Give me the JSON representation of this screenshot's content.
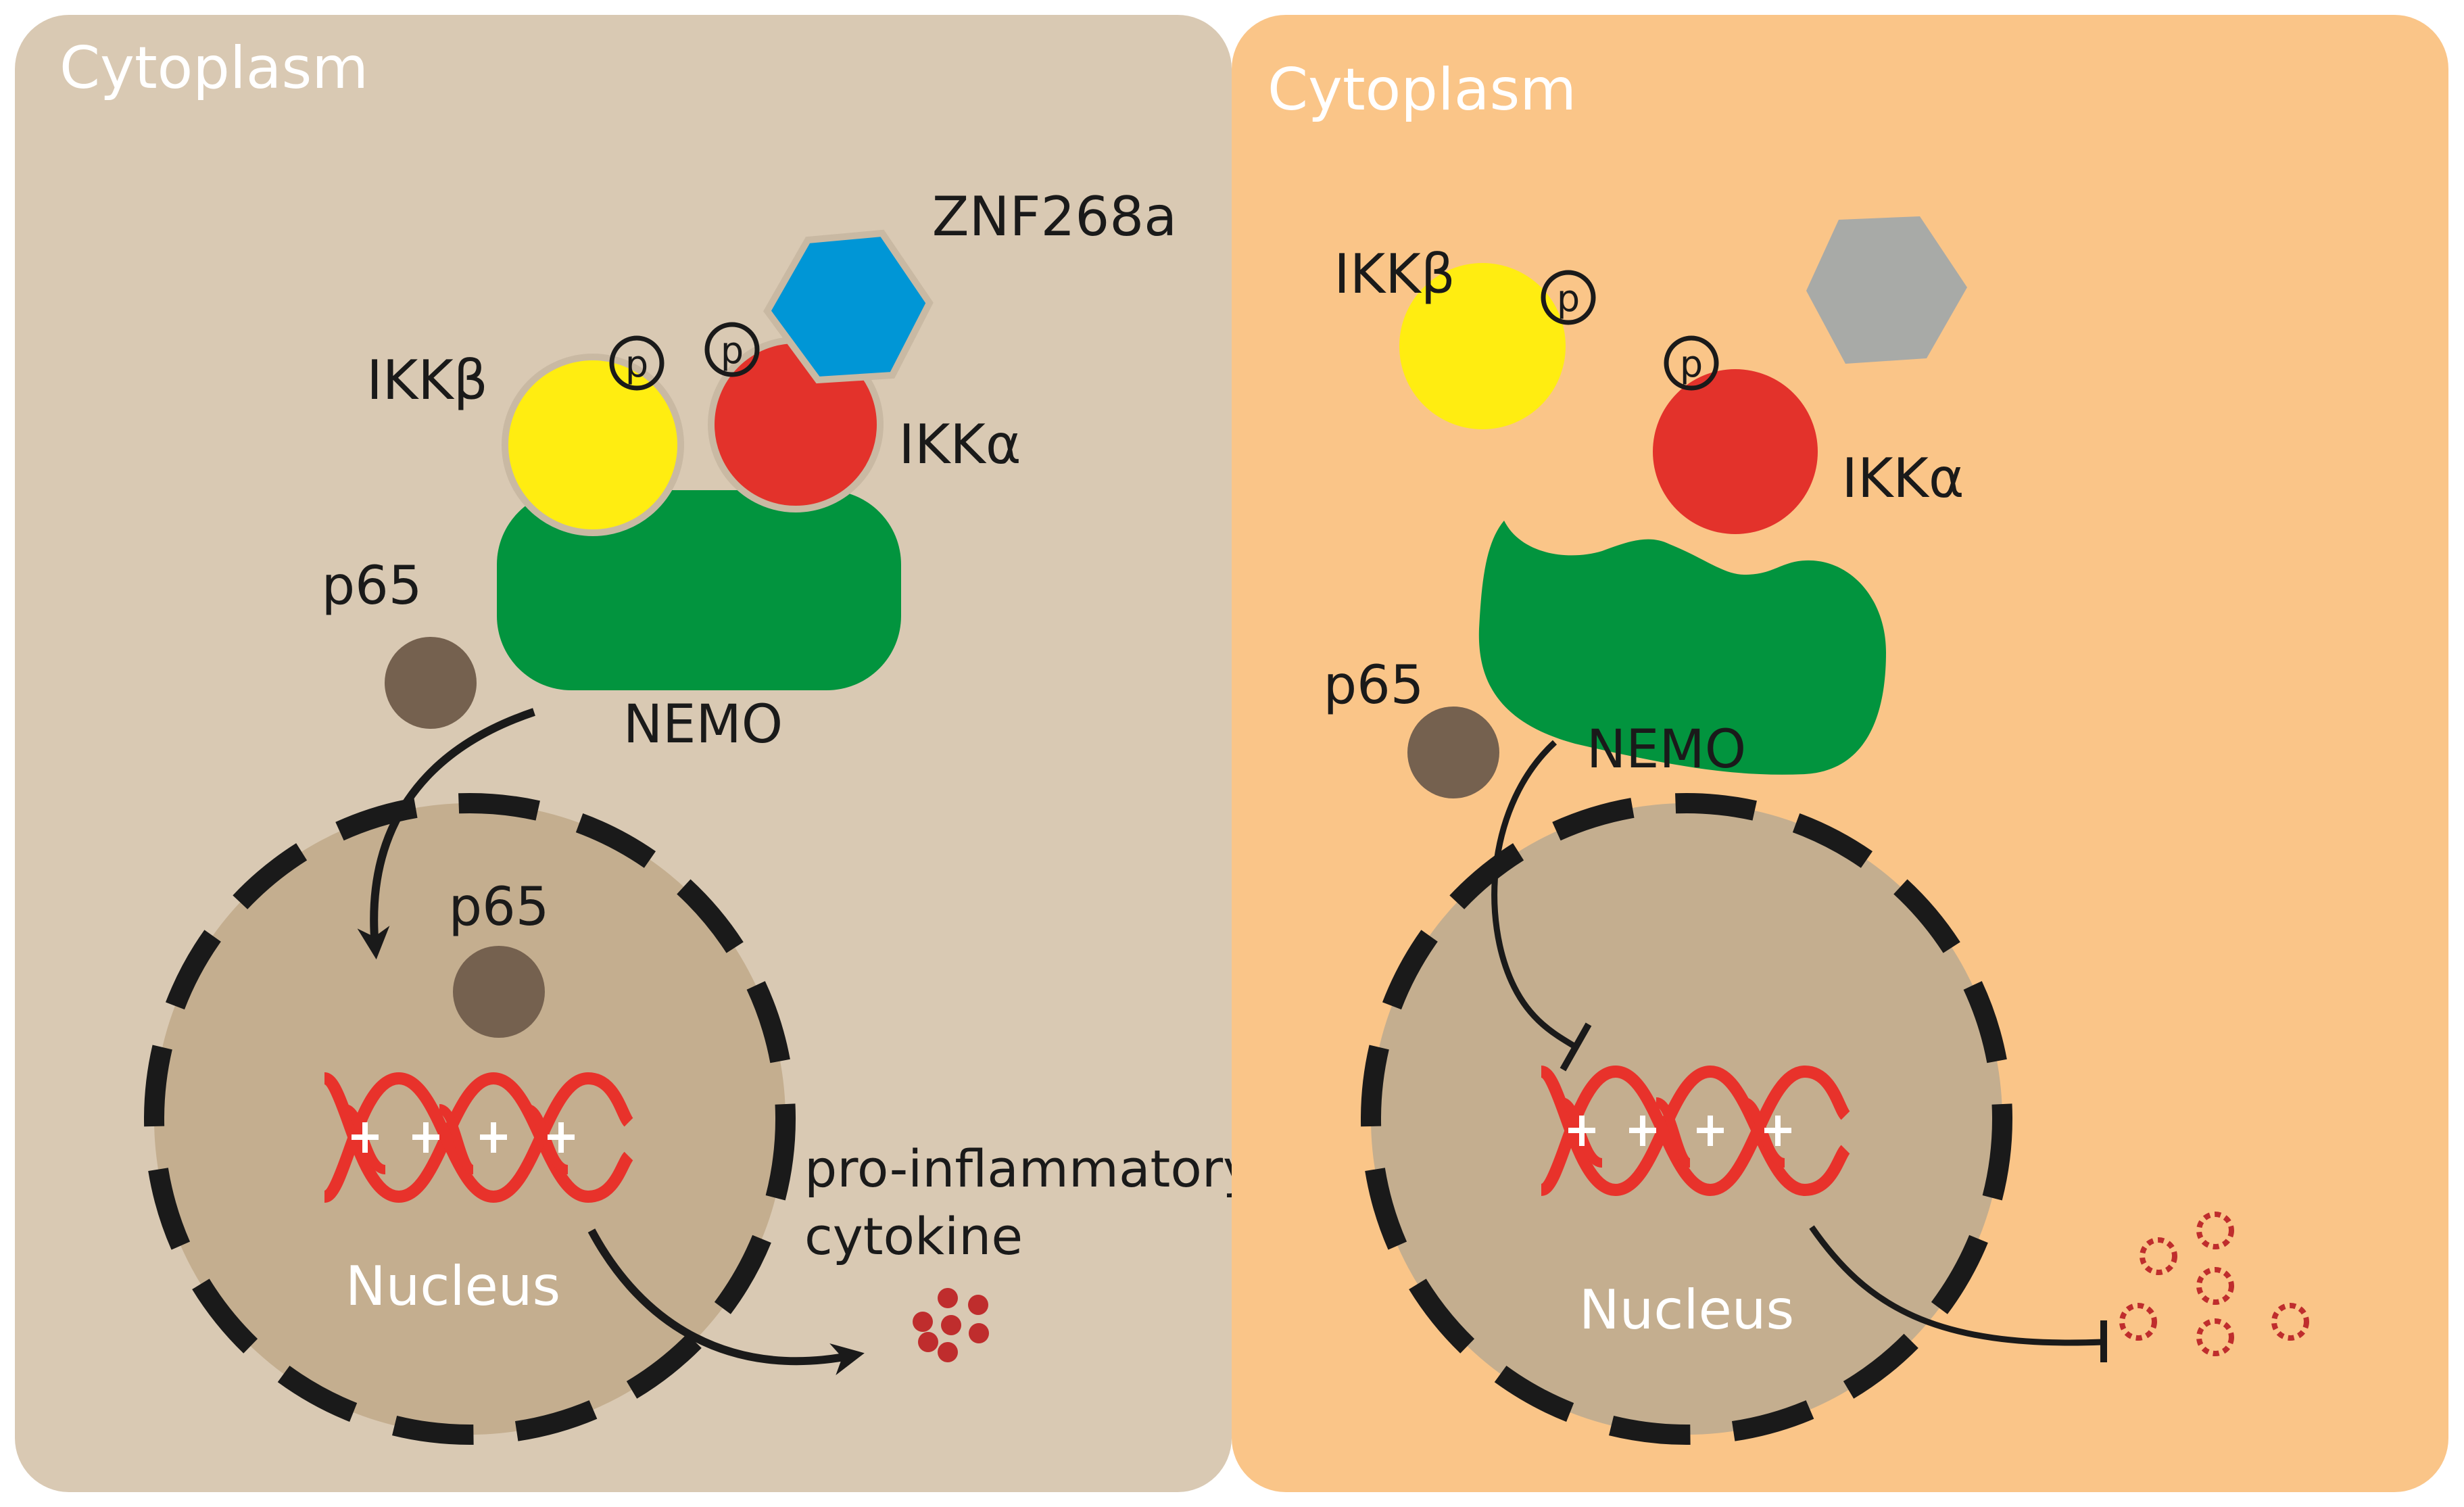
{
  "colors": {
    "left_panel_bg": "#d9c9b3",
    "right_panel_bg": "#fac588",
    "nucleus_fill": "#c4ae8f",
    "nemo": "#02943e",
    "ikk_beta": "#ffed11",
    "ikk_alpha": "#e3322b",
    "znf268a": "#0096d6",
    "znf268a_absent": "#a8aaa7",
    "p65": "#75614f",
    "dna": "#e8322b",
    "cytokine": "#bf2d2d",
    "text_dark": "#1a1a1a",
    "text_light": "#ffffff"
  },
  "left_panel": {
    "cytoplasm_label": "Cytoplasm",
    "znf268a_label": "ZNF268a",
    "ikk_beta_label": "IKKβ",
    "ikk_alpha_label": "IKKα",
    "phospho_label_1": "p",
    "phospho_label_2": "p",
    "p65_label": "p65",
    "nemo_label": "NEMO",
    "nuclear_p65_label": "p65",
    "nucleus_label": "Nucleus",
    "cytokine_label_line1": "pro-inflammatory",
    "cytokine_label_line2": "cytokine"
  },
  "right_panel": {
    "cytoplasm_label": "Cytoplasm",
    "ikk_beta_label": "IKKβ",
    "ikk_alpha_label": "IKKα",
    "phospho_label_1": "p",
    "phospho_label_2": "p",
    "p65_label": "p65",
    "nemo_label": "NEMO",
    "nucleus_label": "Nucleus"
  },
  "icons": {
    "activation_arrow": "arrow-icon",
    "inhibition_arrow": "inhibit-bar-icon",
    "dna": "dna-double-helix-icon",
    "cytokine": "cytokine-cluster-icon",
    "protein": "circle-icon",
    "znf268a": "hexagon-icon"
  }
}
